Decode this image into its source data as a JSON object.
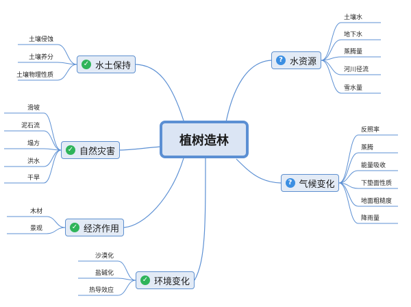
{
  "colors": {
    "connector": "#5b8fd3",
    "check_icon": "#2fb45a",
    "help_icon": "#3c8fe2"
  },
  "root": {
    "label": "植树造林"
  },
  "branches": [
    {
      "label": "水资源",
      "icon": "help-icon",
      "leaves": [
        "土壤水",
        "地下水",
        "蒸腾量",
        "河川径流",
        "雪水量"
      ]
    },
    {
      "label": "气候变化",
      "icon": "help-icon",
      "leaves": [
        "反照率",
        "蒸腾",
        "能量吸收",
        "下垫面性质",
        "地面粗糙度",
        "降雨量"
      ]
    },
    {
      "label": "水土保持",
      "icon": "check-icon",
      "leaves": [
        "土壤侵蚀",
        "土壤养分",
        "土壤物理性质"
      ]
    },
    {
      "label": "自然灾害",
      "icon": "check-icon",
      "leaves": [
        "滑坡",
        "泥石流",
        "塌方",
        "洪水",
        "干旱"
      ]
    },
    {
      "label": "经济作用",
      "icon": "check-icon",
      "leaves": [
        "木材",
        "景观"
      ]
    },
    {
      "label": "环境变化",
      "icon": "check-icon",
      "leaves": [
        "沙漠化",
        "盐碱化",
        "热导效应"
      ]
    }
  ]
}
